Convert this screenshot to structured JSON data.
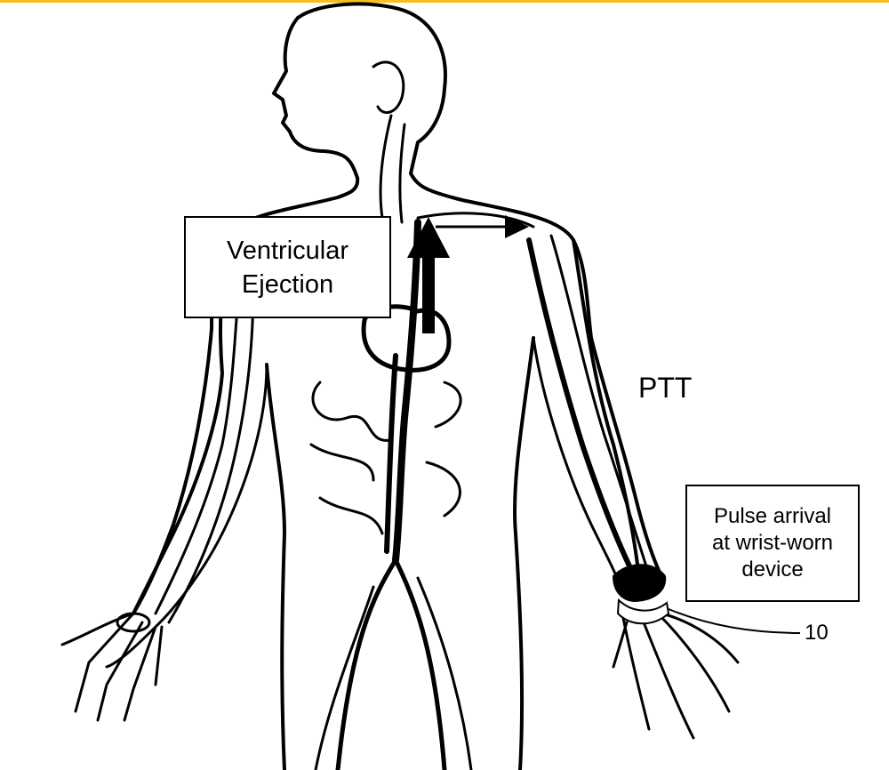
{
  "figure": {
    "ventricular_ejection": {
      "line1": "Ventricular",
      "line2": "Ejection"
    },
    "ptt": "PTT",
    "pulse_arrival": {
      "line1": "Pulse arrival",
      "line2": "at wrist-worn",
      "line3": "device"
    },
    "reference_numeral": "10"
  },
  "colors": {
    "ink": "#000000",
    "paper": "#ffffff",
    "border_accent": "#f2c21a"
  }
}
